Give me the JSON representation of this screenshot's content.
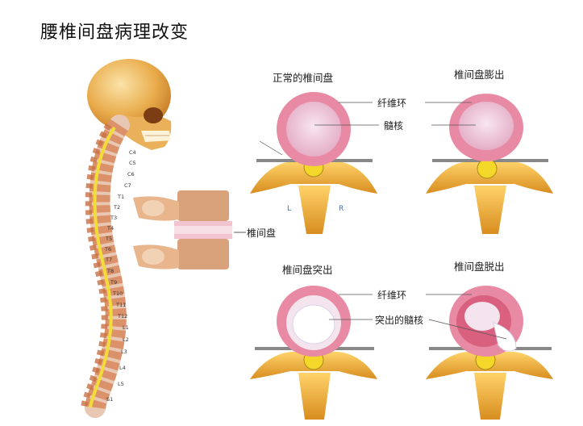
{
  "title": "腰椎间盘病理改变",
  "panels": {
    "normal": "正常的椎间盘",
    "bulge": "椎间盘膨出",
    "protrusion": "椎间盘突出",
    "extrusion": "椎间盘脱出"
  },
  "labels": {
    "annulus_top": "纤维环",
    "nucleus": "髓核",
    "disc": "椎间盘",
    "annulus_bottom": "纤维环",
    "protruded_nucleus": "突出的髓核"
  },
  "sides": {
    "left": "L",
    "right": "R"
  },
  "vertebrae": [
    "C4",
    "C5",
    "C6",
    "C7",
    "T1",
    "T2",
    "T3",
    "T4",
    "T5",
    "T6",
    "T7",
    "T8",
    "T9",
    "T10",
    "T11",
    "T12",
    "L1",
    "L2",
    "L3",
    "L4",
    "L5",
    "S1"
  ],
  "colors": {
    "bone": "#f0b43a",
    "disc_outer": "#e98aa4",
    "disc_inner": "#f3dde9",
    "nucleus": "#ffffff",
    "cord": "#f7e24a"
  }
}
